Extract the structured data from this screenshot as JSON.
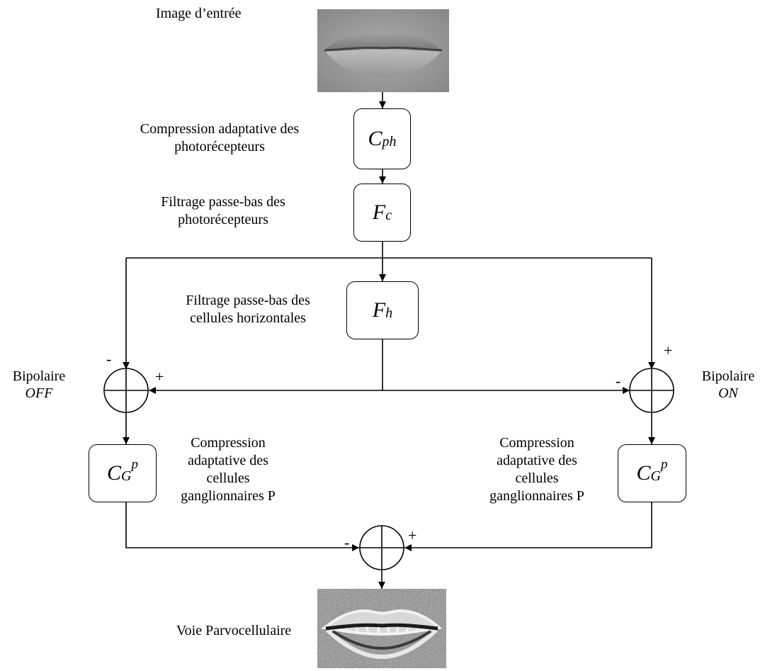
{
  "input_image": {
    "label": "Image d’entrée"
  },
  "output_image": {
    "label": "Voie Parvocellulaire"
  },
  "blocks": {
    "cph": {
      "symbol": "C",
      "subscript": "ph",
      "label_line1": "Compression adaptative des",
      "label_line2": "photorécepteurs"
    },
    "fc": {
      "symbol": "F",
      "subscript": "c",
      "label_line1": "Filtrage passe-bas des",
      "label_line2": "photorécepteurs"
    },
    "fh": {
      "symbol": "F",
      "subscript": "h",
      "label_line1": "Filtrage passe-bas des",
      "label_line2": "cellules horizontales"
    },
    "cgp_left": {
      "symbol": "C",
      "subscript": "G",
      "superscript": "p"
    },
    "cgp_right": {
      "symbol": "C",
      "subscript": "G",
      "superscript": "p"
    }
  },
  "bipolar_off": {
    "line1": "Bipolaire",
    "line2": "OFF"
  },
  "bipolar_on": {
    "line1": "Bipolaire",
    "line2": "ON"
  },
  "ganglion_label_left": [
    "Compression",
    "adaptative des",
    "cellules",
    "ganglionnaires P"
  ],
  "ganglion_label_right": [
    "Compression",
    "adaptative des",
    "cellules",
    "ganglionnaires P"
  ],
  "signs": {
    "minus": "-",
    "plus": "+"
  }
}
